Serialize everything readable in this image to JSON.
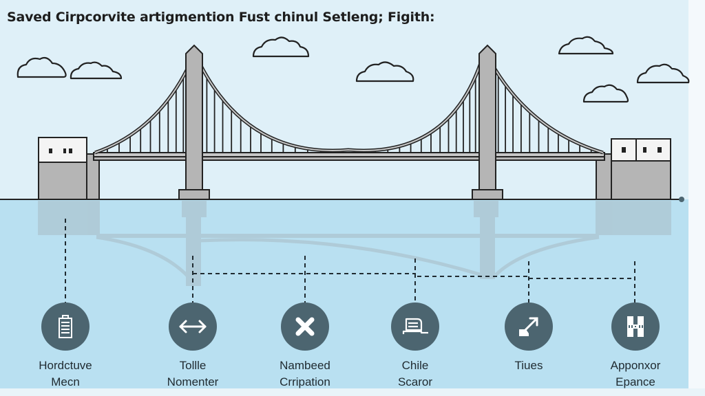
{
  "title": "Saved Cirpcorvite artigmention Fust chinul Setleng; Figith:",
  "colors": {
    "sky": "#dff0f8",
    "water": "#b9e0f1",
    "structure_fill": "#b5b5b5",
    "outline": "#222222",
    "icon_circle": "#4c6570",
    "icon_glyph": "#ffffff"
  },
  "nodes": [
    {
      "id": "hordctuve",
      "icon": "battery-icon",
      "line1": "Hordctuve",
      "line2": "Mecn"
    },
    {
      "id": "tollie",
      "icon": "arrows-horizontal-icon",
      "line1": "Tollle",
      "line2": "Nomenter"
    },
    {
      "id": "nambeed",
      "icon": "close-x-icon",
      "line1": "Nambeed",
      "line2": "Crripation"
    },
    {
      "id": "chile",
      "icon": "document-stack-icon",
      "line1": "Chile",
      "line2": "Scaror"
    },
    {
      "id": "tiues",
      "icon": "expand-diagonal-icon",
      "line1": "Tiues",
      "line2": ""
    },
    {
      "id": "apponxor",
      "icon": "h-grid-icon",
      "line1": "Apponxor",
      "line2": "Epance"
    }
  ]
}
